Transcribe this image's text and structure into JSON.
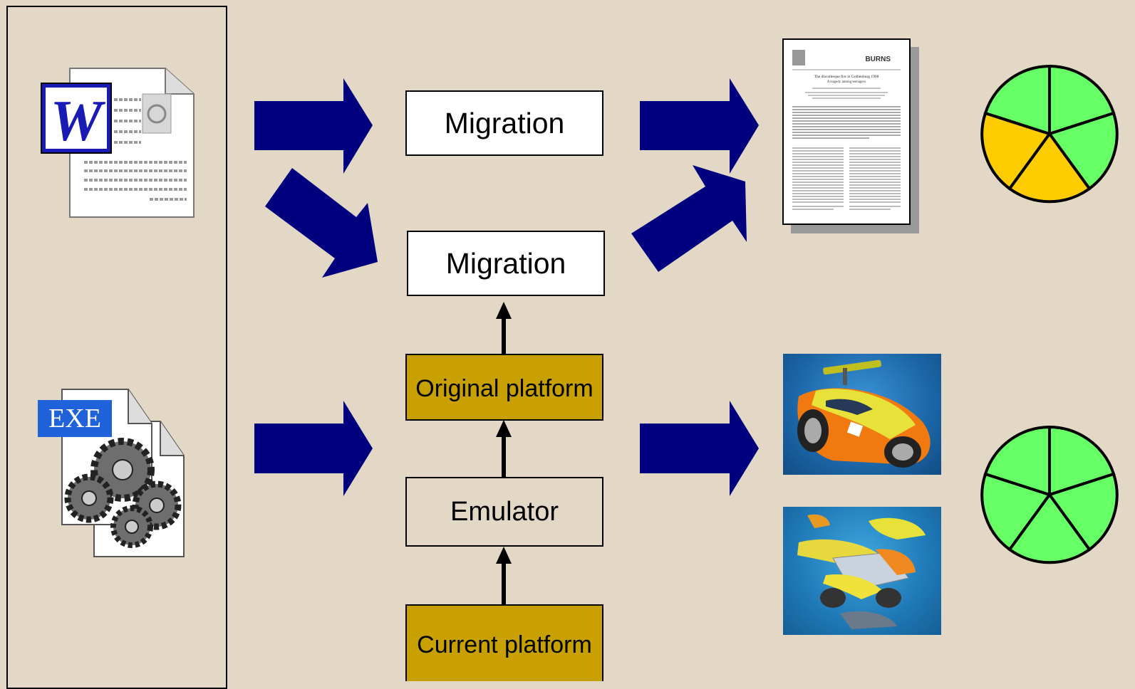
{
  "boxes": {
    "migration_top": "Migration",
    "migration_bottom": "Migration",
    "original_platform": "Original platform",
    "emulator": "Emulator",
    "current_platform": "Current platform"
  },
  "icons": {
    "word_document": "word-document-icon",
    "exe": "exe-file-icon",
    "exe_label": "EXE"
  },
  "document_thumbnail": {
    "journal": "BURNS",
    "title": "The discotheque fire in Gothenburg 1998",
    "subtitle": "A tragedy among teenagers"
  },
  "colors": {
    "background": "#e3d8c6",
    "arrow": "#00007f",
    "gold_box": "#c8a000",
    "pie_green": "#66ff66",
    "pie_yellow": "#ffcc00"
  },
  "pies": {
    "document_quality": {
      "segments": 5,
      "green": 3,
      "yellow": 2
    },
    "software_quality": {
      "segments": 5,
      "green": 5,
      "yellow": 0
    }
  }
}
